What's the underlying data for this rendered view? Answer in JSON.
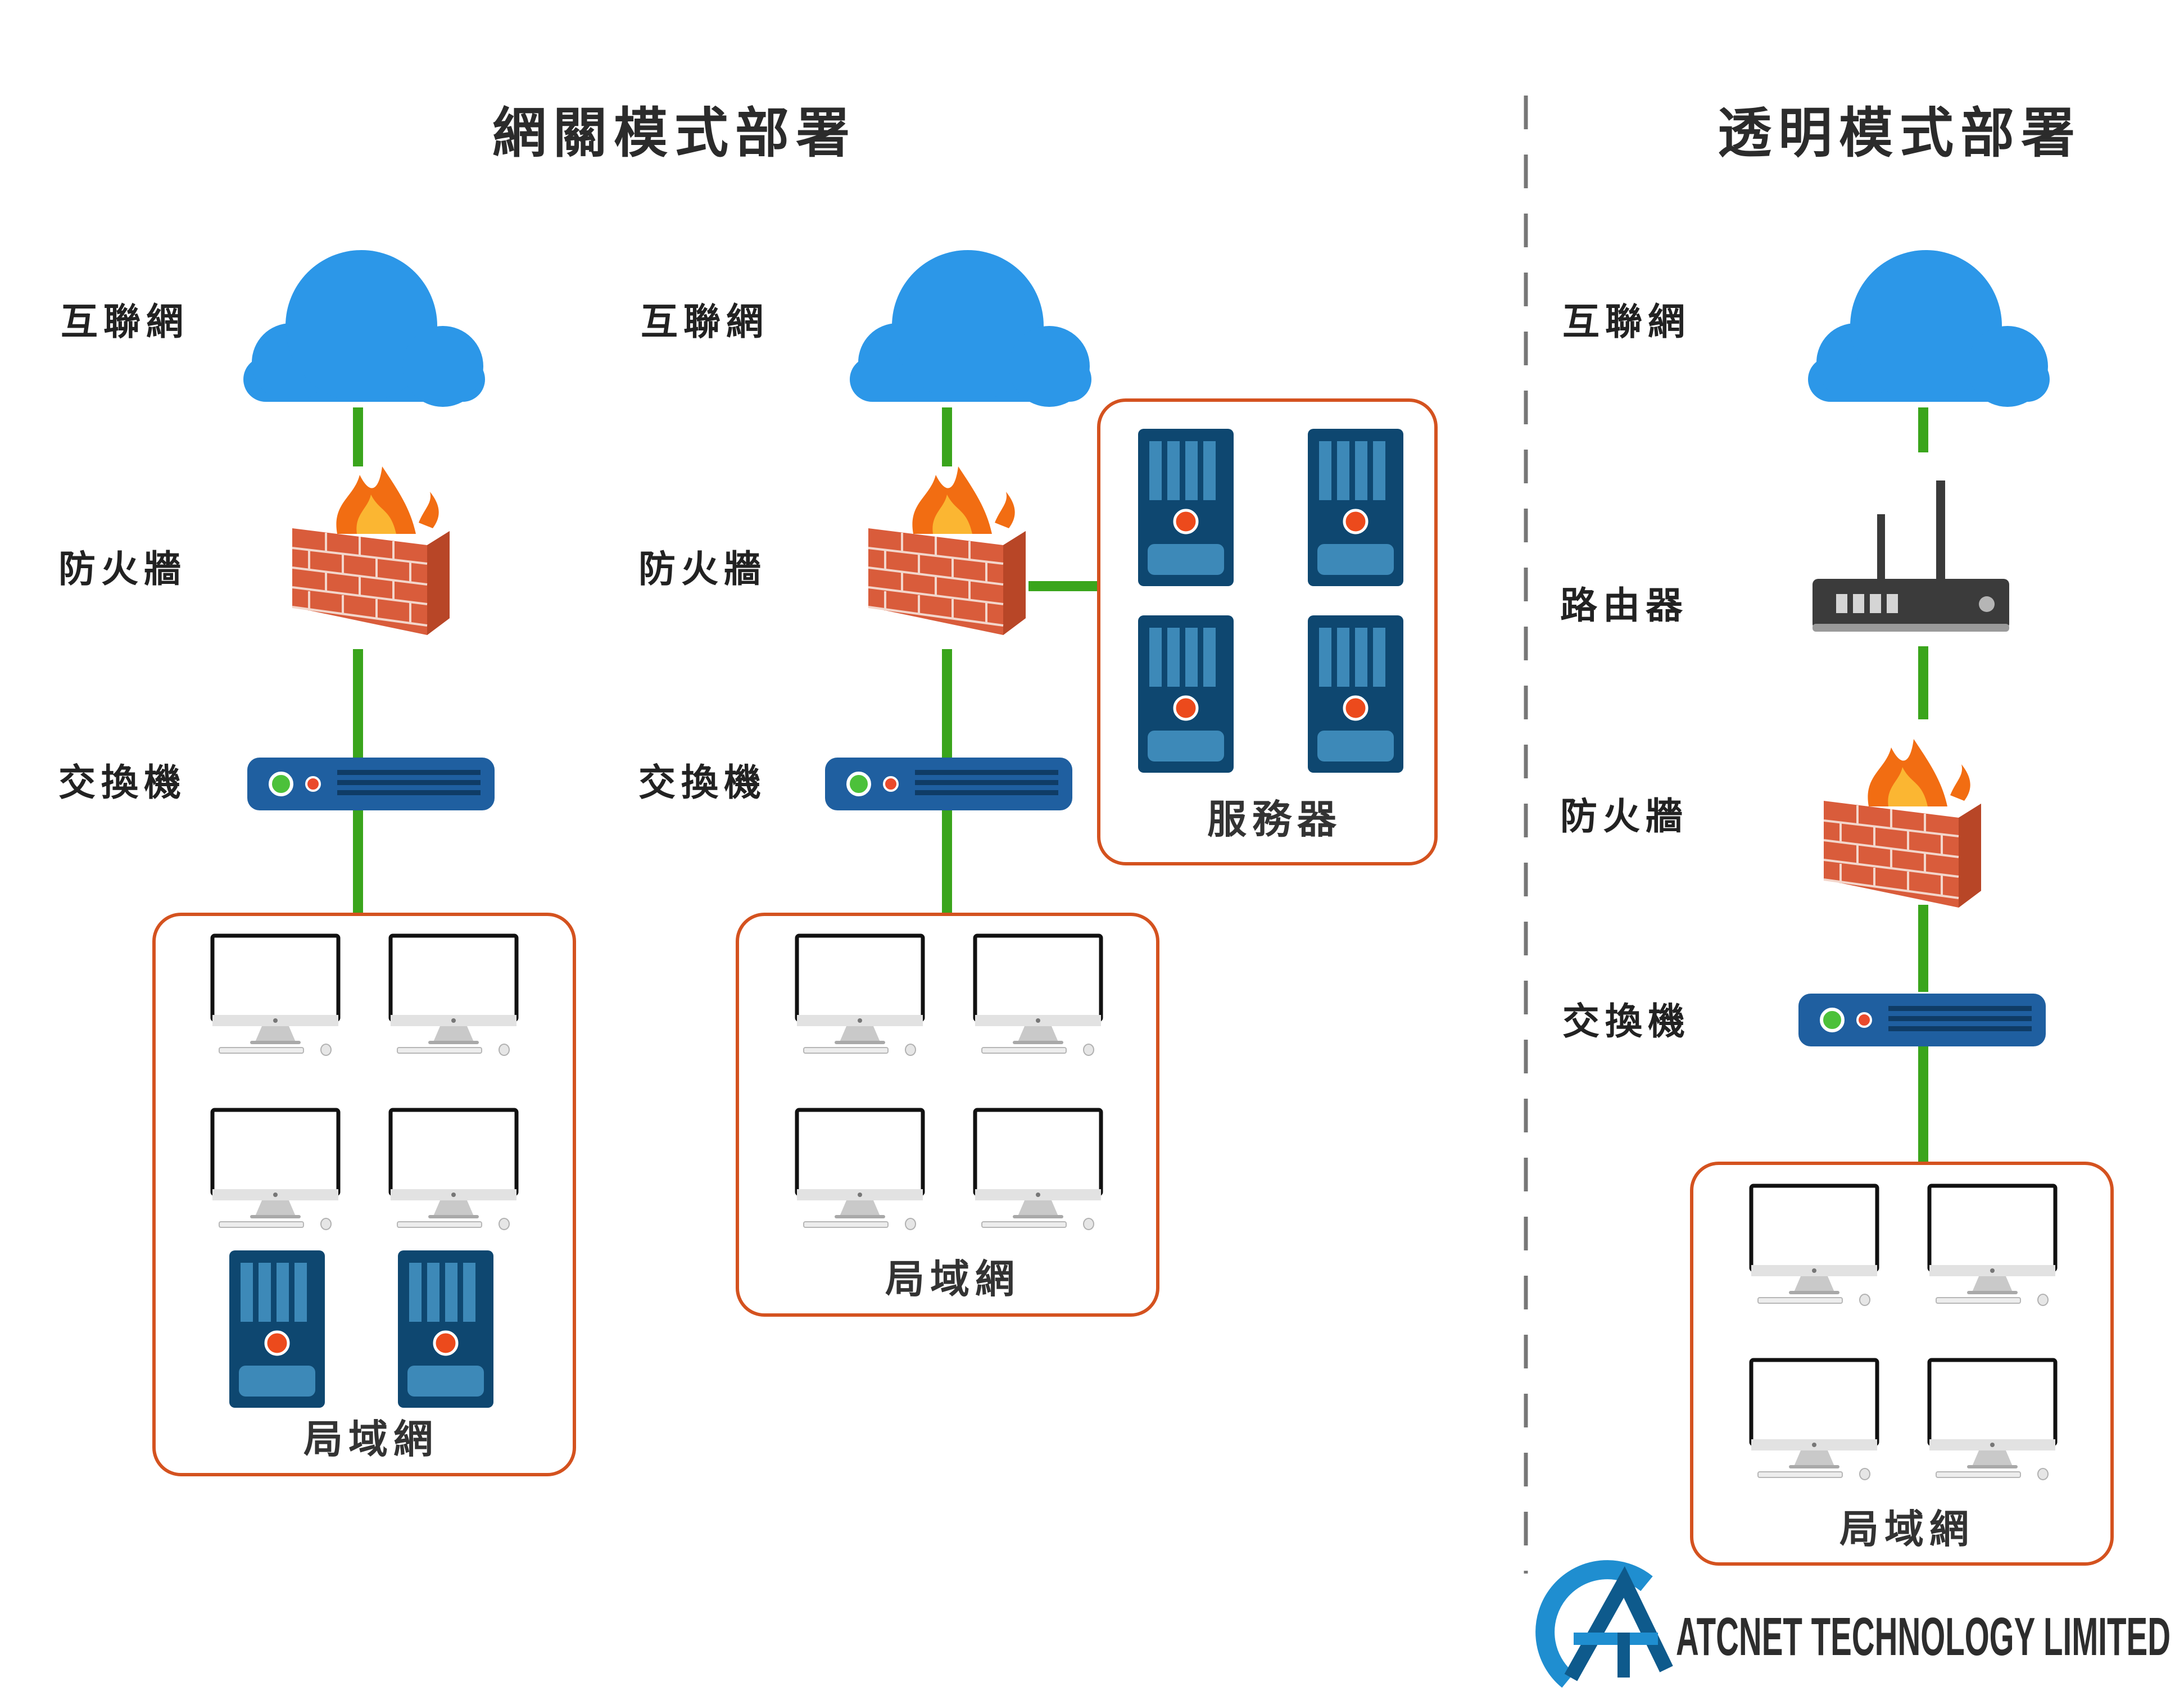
{
  "gateway": {
    "title": "網關模式部署",
    "col1": {
      "internet_label": "互聯網",
      "firewall_label": "防火牆",
      "switch_label": "交換機",
      "lan_label": "局域網"
    },
    "col2": {
      "internet_label": "互聯網",
      "firewall_label": "防火牆",
      "switch_label": "交換機",
      "lan_label": "局域網",
      "server_label": "服務器"
    }
  },
  "transparent": {
    "title": "透明模式部署",
    "internet_label": "互聯網",
    "router_label": "路由器",
    "firewall_label": "防火牆",
    "switch_label": "交換機",
    "lan_label": "局域網"
  },
  "brand": {
    "name": "ATCNET TECHNOLOGY LIMITED"
  },
  "colors": {
    "cloud": "#2c97e8",
    "link": "#3aa51c",
    "box_border": "#d4521f",
    "switch": "#1f5fa0",
    "server": "#0e4770",
    "divider": "#777777",
    "brand_blue": "#1f8ed0"
  },
  "icons": [
    "cloud-icon",
    "firewall-icon",
    "switch-icon",
    "router-icon",
    "server-icon",
    "computer-icon",
    "company-logo"
  ]
}
